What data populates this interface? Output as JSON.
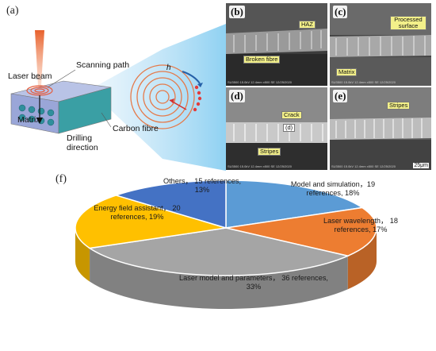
{
  "panels": {
    "a": {
      "label": "(a)",
      "laser_beam": "Laser beam",
      "scanning_path": "Scanning path",
      "matrix": "Matrix",
      "drilling_direction": "Drilling direction",
      "carbon_fibre": "Carbon fibre",
      "h": "h"
    },
    "b": {
      "label": "(b)",
      "callouts": [
        "HAZ",
        "Broken fibre"
      ],
      "footer": "SU3500 15.0kV 12.4mm x500 SE 12/25/2020"
    },
    "c": {
      "label": "(c)",
      "callouts": [
        "Processed surface",
        "Matrix"
      ],
      "footer": "SU3500 15.0kV 12.4mm x500 SE 12/25/2020"
    },
    "d": {
      "label": "(d)",
      "callouts": [
        "Crack",
        "(d)",
        "Stripes"
      ],
      "footer": "SU3500 15.0kV 12.4mm x500 SE 12/25/2020"
    },
    "e": {
      "label": "(e)",
      "callouts": [
        "Stripes"
      ],
      "scale": "25μm",
      "footer": "SU3500 15.0kV 12.4mm x500 SE 12/25/2020"
    },
    "f": {
      "label": "(f)"
    }
  },
  "chart_data": {
    "type": "pie",
    "title": "",
    "slices": [
      {
        "label": "Model and simulation，19 references, 18%",
        "value": 18,
        "references": 19,
        "color": "#5b9bd5"
      },
      {
        "label": "Laser wavelength， 18 references, 17%",
        "value": 17,
        "references": 18,
        "color": "#ed7d31"
      },
      {
        "label": "Laser model and parameters， 36 references, 33%",
        "value": 33,
        "references": 36,
        "color": "#a5a5a5"
      },
      {
        "label": "Energy field assistant， 20 references, 19%",
        "value": 19,
        "references": 20,
        "color": "#ffc000"
      },
      {
        "label": "Others， 15 references, 13%",
        "value": 13,
        "references": 15,
        "color": "#4472c4"
      }
    ],
    "style": "3d"
  }
}
